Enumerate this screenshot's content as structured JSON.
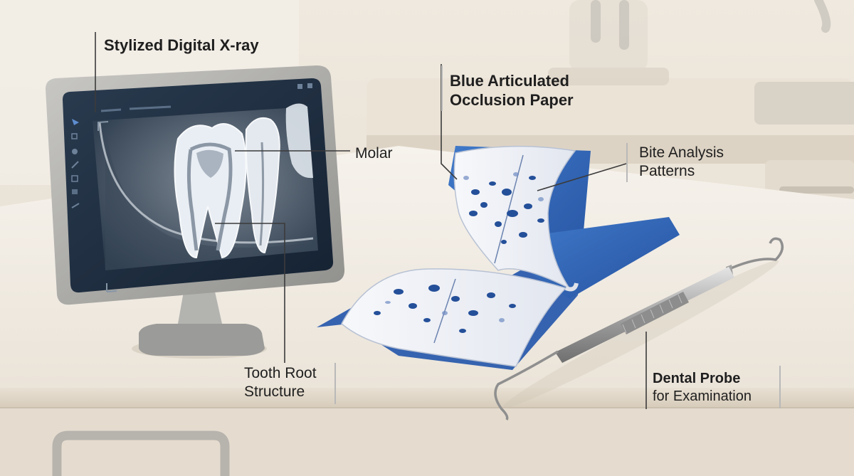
{
  "labels": {
    "xray": "Stylized Digital X-ray",
    "paper_line1": "Blue Articulated",
    "paper_line2": "Occlusion Paper",
    "molar": "Molar",
    "bite_line1": "Bite Analysis",
    "bite_line2": "Patterns",
    "root_line1": "Tooth Root",
    "root_line2": "Structure",
    "probe_line1": "Dental Probe",
    "probe_line2": "for Examination"
  },
  "colors": {
    "background": "#ece5da",
    "counter": "#f3efe8",
    "occlusion_blue": "#2f64b4",
    "bite_mark_blue": "#244f99",
    "screen": "#1d2d3f",
    "monitor_frame": "#a8a8a6",
    "probe_steel": "#9c9c9c",
    "label_text": "#1f1f1f"
  },
  "icons": {
    "sidebar_tools": [
      "cursor-icon",
      "square-icon",
      "circle-icon",
      "pencil-icon",
      "crop-icon",
      "adjust-icon",
      "measure-icon"
    ]
  }
}
